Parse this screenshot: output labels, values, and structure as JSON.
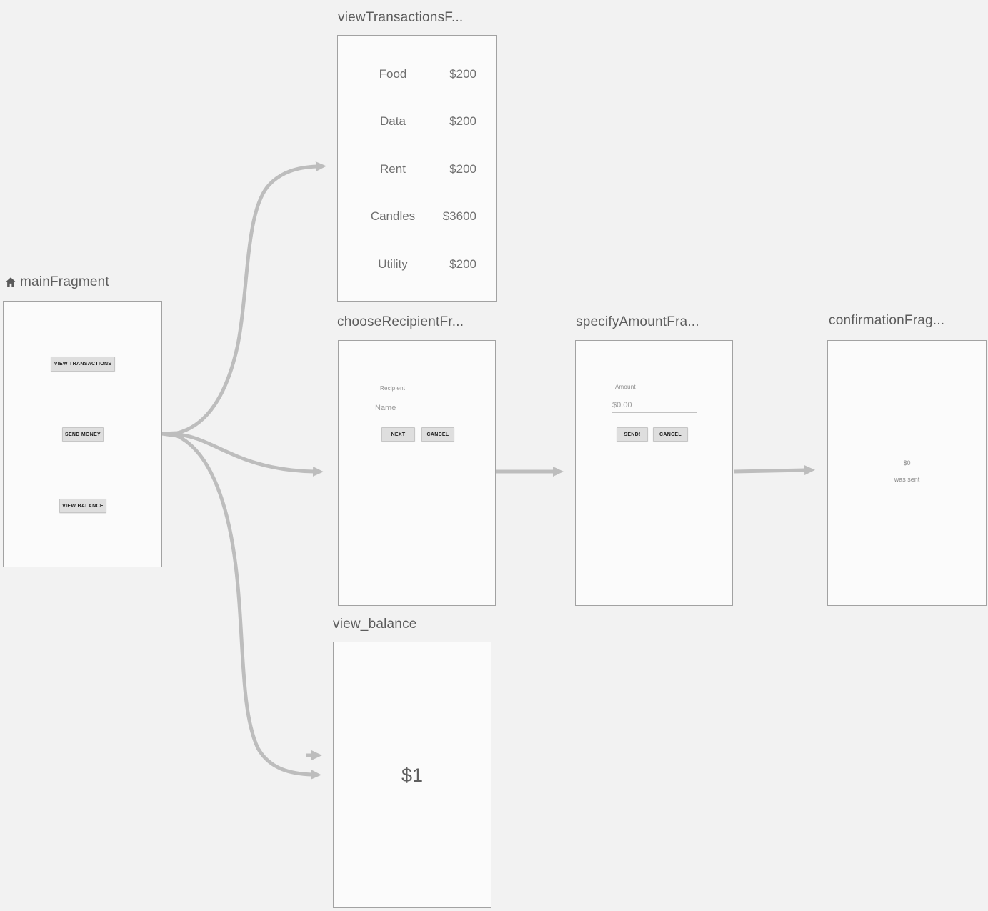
{
  "editor": {
    "type": "navigation-graph",
    "colors": {
      "background": "#f2f2f2",
      "panel_fill": "#fbfbfb",
      "panel_border": "#a2a2a2",
      "arrow": "#bdbdbd",
      "title_text": "#5c5c5c"
    },
    "icons": [
      "home-icon"
    ]
  },
  "fragments": {
    "main": {
      "title": "mainFragment",
      "is_start_destination": true,
      "buttons": [
        "VIEW TRANSACTIONS",
        "SEND MONEY",
        "VIEW BALANCE"
      ]
    },
    "view_transactions": {
      "title": "viewTransactionsF...",
      "rows": [
        {
          "label": "Food",
          "value": "$200"
        },
        {
          "label": "Data",
          "value": "$200"
        },
        {
          "label": "Rent",
          "value": "$200"
        },
        {
          "label": "Candles",
          "value": "$3600"
        },
        {
          "label": "Utility",
          "value": "$200"
        }
      ]
    },
    "choose_recipient": {
      "title": "chooseRecipientFr...",
      "field_label": "Recipient",
      "placeholder": "Name",
      "buttons": [
        "NEXT",
        "CANCEL"
      ]
    },
    "specify_amount": {
      "title": "specifyAmountFra...",
      "field_label": "Amount",
      "placeholder": "$0.00",
      "buttons": [
        "SEND!",
        "CANCEL"
      ]
    },
    "confirmation": {
      "title": "confirmationFrag...",
      "amount": "$0",
      "message": "was sent"
    },
    "view_balance": {
      "title": "view_balance",
      "balance": "$1"
    }
  }
}
